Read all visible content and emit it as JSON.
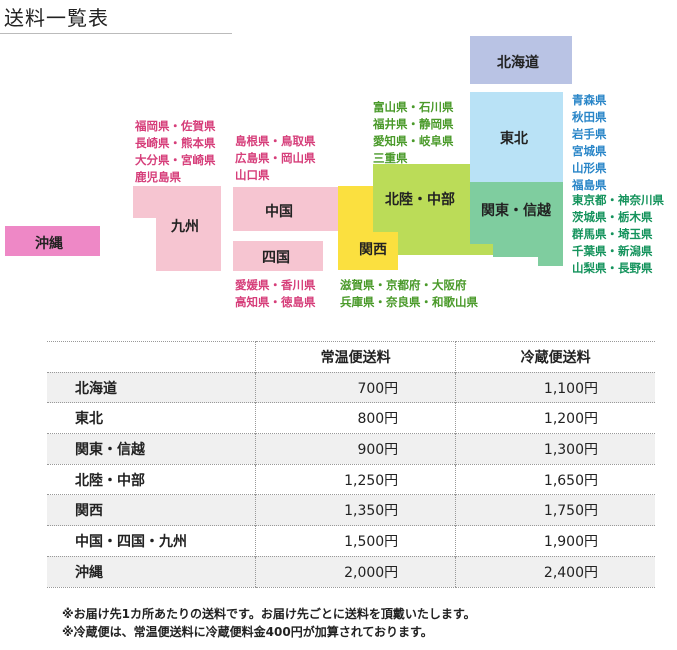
{
  "title": "送料一覧表",
  "map": {
    "regions": {
      "hokkaido": "北海道",
      "tohoku": "東北",
      "kanto": "関東・信越",
      "hokuriku": "北陸・中部",
      "kansai": "関西",
      "chugoku": "中国",
      "shikoku": "四国",
      "kyushu": "九州",
      "okinawa": "沖縄"
    },
    "prefectures": {
      "kyushu": [
        "福岡県・佐賀県",
        "長崎県・熊本県",
        "大分県・宮崎県",
        "鹿児島県"
      ],
      "chugoku": [
        "島根県・鳥取県",
        "広島県・岡山県",
        "山口県"
      ],
      "shikoku": [
        "愛媛県・香川県",
        "高知県・徳島県"
      ],
      "hokuriku": [
        "富山県・石川県",
        "福井県・静岡県",
        "愛知県・岐阜県",
        "三重県"
      ],
      "kansai": [
        "滋賀県・京都府・大阪府",
        "兵庫県・奈良県・和歌山県"
      ],
      "tohoku": [
        "青森県",
        "秋田県",
        "岩手県",
        "宮城県",
        "山形県",
        "福島県"
      ],
      "kanto": [
        "東京都・神奈川県",
        "茨城県・栃木県",
        "群馬県・埼玉県",
        "千葉県・新潟県",
        "山梨県・長野県"
      ]
    },
    "colors": {
      "hokkaido": "#b9c3e4",
      "tohoku": "#b9e2f6",
      "kanto": "#7fcd9f",
      "hokuriku": "#bbdc58",
      "kansai": "#fbe03f",
      "chugoku": "#f6c5d1",
      "shikoku": "#f6c5d1",
      "kyushu": "#f6c5d1",
      "okinawa": "#ee88c6"
    }
  },
  "table": {
    "headers": [
      "",
      "常温便送料",
      "冷蔵便送料"
    ],
    "rows": [
      {
        "area": "北海道",
        "normal": "700円",
        "chilled": "1,100円"
      },
      {
        "area": "東北",
        "normal": "800円",
        "chilled": "1,200円"
      },
      {
        "area": "関東・信越",
        "normal": "900円",
        "chilled": "1,300円"
      },
      {
        "area": "北陸・中部",
        "normal": "1,250円",
        "chilled": "1,650円"
      },
      {
        "area": "関西",
        "normal": "1,350円",
        "chilled": "1,750円"
      },
      {
        "area": "中国・四国・九州",
        "normal": "1,500円",
        "chilled": "1,900円"
      },
      {
        "area": "沖縄",
        "normal": "2,000円",
        "chilled": "2,400円"
      }
    ]
  },
  "notes": [
    "※お届け先1カ所あたりの送料です。お届け先ごとに送料を頂戴いたします。",
    "※冷蔵便は、常温便送料に冷蔵便料金400円が加算されております。"
  ]
}
